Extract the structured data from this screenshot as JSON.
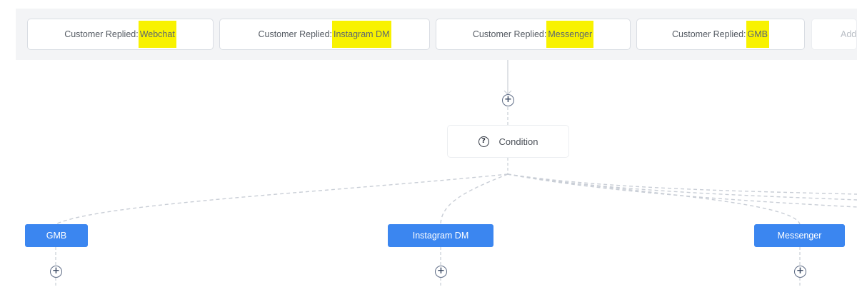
{
  "triggers": {
    "prefix": "Customer Replied:",
    "items": [
      {
        "channel": "Webchat"
      },
      {
        "channel": "Instagram DM"
      },
      {
        "channel": "Messenger"
      },
      {
        "channel": "GMB"
      }
    ],
    "add_label": "Add"
  },
  "condition": {
    "label": "Condition",
    "icon": "question-circle-icon"
  },
  "branches": [
    {
      "label": "GMB"
    },
    {
      "label": "Instagram DM"
    },
    {
      "label": "Messenger"
    }
  ],
  "plus_glyph": "+",
  "colors": {
    "highlight": "#f8f200",
    "branch": "#3b86f0",
    "band": "#f3f4f6",
    "connector": "#c9ced6"
  }
}
